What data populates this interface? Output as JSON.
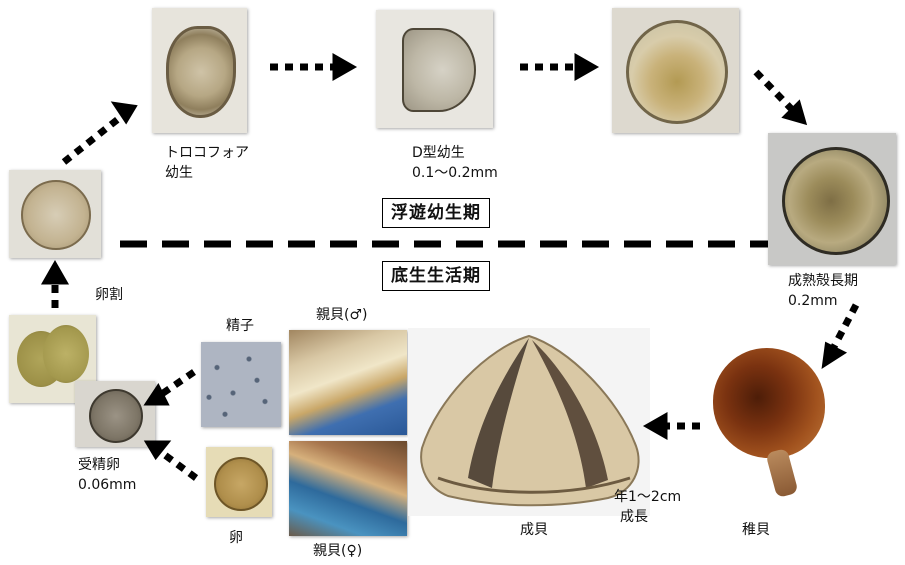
{
  "stages": {
    "trochophore": {
      "line1": "トロコフォア",
      "line2": "幼生"
    },
    "d_larva": {
      "line1": "D型幼生",
      "line2": "0.1～0.2mm"
    },
    "maturation": {
      "line1": "成熟殻長期",
      "line2": "0.2mm"
    },
    "juvenile": "稚貝",
    "adult": "成貝",
    "growth": {
      "line1": "年1～2cm",
      "line2": "成長"
    },
    "fertilized_egg": {
      "line1": "受精卵",
      "line2": "0.06mm"
    },
    "cleavage": "卵割",
    "sperm": "精子",
    "egg": "卵",
    "parent_male": "親貝(♂)",
    "parent_female": "親貝(♀)"
  },
  "phases": {
    "planktonic": "浮遊幼生期",
    "benthic": "底生生活期"
  }
}
